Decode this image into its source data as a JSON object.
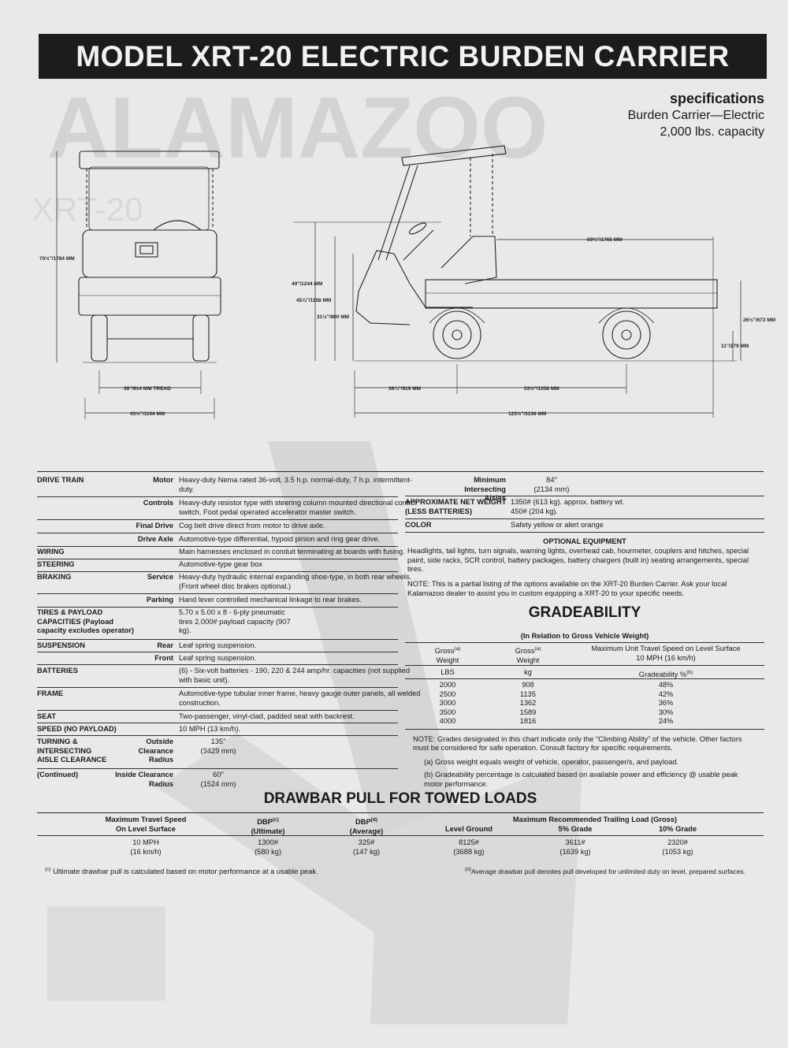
{
  "title": "MODEL XRT-20 ELECTRIC BURDEN CARRIER",
  "specifications": {
    "heading": "specifications",
    "line1": "Burden Carrier—Electric",
    "line2": "2,000 lbs. capacity"
  },
  "dimensions": {
    "height_front": "70½″/1784 MM",
    "tread": "36″/914 MM TREAD",
    "width": "43½″/1104 MM",
    "h1": "49″/1244 MM",
    "h2": "45⅞″/1158 MM",
    "h3": "31½″/800 MM",
    "bed_length": "69¾″/1765 MM",
    "bed_height": "26½″/673 MM",
    "ground_clear": "11″/279 MM",
    "front_overhang": "36¾″/919 MM",
    "wheelbase": "53½″/1358 MM",
    "overall_length": "123½″/3136 MM"
  },
  "spec_rows": [
    {
      "cat": "DRIVE TRAIN",
      "sub": "Motor",
      "val": "Heavy-duty Nema rated 36-volt, 3.5 h.p. normal-duty, 7 h.p. intermittent-duty."
    },
    {
      "cat": "",
      "sub": "Controls",
      "val": "Heavy-duty resistor type with steering column mounted directional control switch. Foot pedal operated accelerator master switch."
    },
    {
      "cat": "",
      "sub": "Final Drive",
      "val": "Cog belt drive direct from motor to drive axle."
    },
    {
      "cat": "",
      "sub": "Drive Axle",
      "val": "Automotive-type differential, hypoid pinion and ring gear drive."
    },
    {
      "cat": "WIRING",
      "sub": "",
      "val": "Main harnesses enclosed in conduit terminating at boards with fusing."
    },
    {
      "cat": "STEERING",
      "sub": "",
      "val": "Automotive-type gear box"
    },
    {
      "cat": "BRAKING",
      "sub": "Service",
      "val": "Heavy-duty hydraulic internal expanding shoe-type, in both rear wheels. (Front wheel disc brakes optional.)"
    },
    {
      "cat": "",
      "sub": "Parking",
      "val": "Hand lever controlled mechanical linkage to rear brakes."
    },
    {
      "cat": "TIRES & PAYLOAD CAPACITIES (Payload capacity excludes operator)",
      "sub": "",
      "val": "5.70 x 5.00 x 8 - 6-ply pneumatic tires 2,000# payload capacity (907 kg)."
    },
    {
      "cat": "SUSPENSION",
      "sub": "Rear",
      "val": "Leaf spring suspension."
    },
    {
      "cat": "",
      "sub": "Front",
      "val": "Leaf spring suspension."
    },
    {
      "cat": "BATTERIES",
      "sub": "",
      "val": "(6) - Six-volt batteries - 190, 220 & 244 amp/hr. capacities (not supplied with basic unit)."
    },
    {
      "cat": "FRAME",
      "sub": "",
      "val": "Automotive-type tubular inner frame, heavy gauge outer panels, all welded construction."
    },
    {
      "cat": "SEAT",
      "sub": "",
      "val": "Two-passenger, vinyl-clad, padded seat with backrest."
    },
    {
      "cat": "SPEED (NO PAYLOAD)",
      "sub": "",
      "val": "10 MPH (13 km/h)."
    }
  ],
  "turning": {
    "cat1": "TURNING &",
    "cat2": "INTERSECTING",
    "cat3": "AISLE CLEARANCE",
    "outside1": "Outside",
    "outside2": "Clearance",
    "outside3": "Radius",
    "outside_val1": "135″",
    "outside_val2": "(3429 mm)",
    "continued": "(Continued)",
    "inside1": "Inside Clearance",
    "inside2": "Radius",
    "inside_val1": "60″",
    "inside_val2": "(1524 mm)"
  },
  "right": {
    "min1": "Minimum",
    "min2": "Intersecting Aisles",
    "min_val1": "84″",
    "min_val2": "(2134 mm)",
    "weight_label1": "APPROXIMATE NET WEIGHT",
    "weight_label2": "(LESS BATTERIES)",
    "weight_val1": "1350# (613 kg). approx. battery wt.",
    "weight_val2": "450# (204 kg).",
    "color_label": "COLOR",
    "color_val": "Safety yellow or alert orange",
    "opt_heading": "OPTIONAL EQUIPMENT",
    "opt_text": "Headlights, tail lights, turn signals, warning lights, overhead cab, hourmeter, couplers and hitches, special paint, side racks, SCR control, battery packages, battery chargers (built in) seating arrangements, special tires.",
    "note": "NOTE: This is a partial listing of the options available on the XRT-20 Burden Carrier. Ask your local Kalamazoo dealer to assist you in custom equipping a XRT-20 to your specific needs."
  },
  "gradeability": {
    "heading": "GRADEABILITY",
    "sub": "(In Relation to Gross Vehicle Weight)",
    "col1a": "Gross",
    "col1b": "Weight",
    "col1c": "LBS",
    "col2a": "Gross",
    "col2b": "Weight",
    "col2c": "kg",
    "col3a": "Maximum Unit Travel Speed on Level Surface",
    "col3b": "10 MPH (16 km/h)",
    "col3c": "Gradeability %",
    "sup_a": "(a)",
    "sup_b": "(b)",
    "rows": [
      [
        "2000",
        "908",
        "48%"
      ],
      [
        "2500",
        "1135",
        "42%"
      ],
      [
        "3000",
        "1362",
        "36%"
      ],
      [
        "3500",
        "1589",
        "30%"
      ],
      [
        "4000",
        "1816",
        "24%"
      ]
    ],
    "note_main": "NOTE: Grades designated in this chart indicate only the “Climbing Ability” of the vehicle. Other factors must be considered for safe operation. Consult factory for specific requirements.",
    "note_a": "(a) Gross weight equals weight of vehicle, operator, passenger/s, and payload.",
    "note_b": "(b) Gradeability percentage is calculated based on available power and efficiency @ usable peak motor performance."
  },
  "drawbar": {
    "heading": "DRAWBAR PULL FOR TOWED LOADS",
    "h_speed1": "Maximum Travel Speed",
    "h_speed2": "On Level Surface",
    "h_dbp_c1": "DBP",
    "h_dbp_c2": "(Ultimate)",
    "h_dbp_d1": "DBP",
    "h_dbp_d2": "(Average)",
    "sup_c": "(c)",
    "sup_d": "(d)",
    "h_trail": "Maximum Recommended Trailing Load (Gross)",
    "h_level": "Level Ground",
    "h_5": "5% Grade",
    "h_10": "10% Grade",
    "speed1": "10 MPH",
    "speed2": "(16 km/h)",
    "dbp_c1": "1300#",
    "dbp_c2": "(580 kg)",
    "dbp_d1": "325#",
    "dbp_d2": "(147 kg)",
    "level1": "8125#",
    "level2": "(3688 kg)",
    "g5_1": "3611#",
    "g5_2": "(1639 kg)",
    "g10_1": "2320#",
    "g10_2": "(1053 kg)",
    "foot_c": "Ultimate drawbar pull is calculated based on motor performance at a usable peak.",
    "foot_d": "Average drawbar pull denotes pull developed for unlimited duty on level, prepared surfaces."
  },
  "ghost_text": {
    "big": "ALAMAZOO",
    "small": "XRT-20"
  }
}
